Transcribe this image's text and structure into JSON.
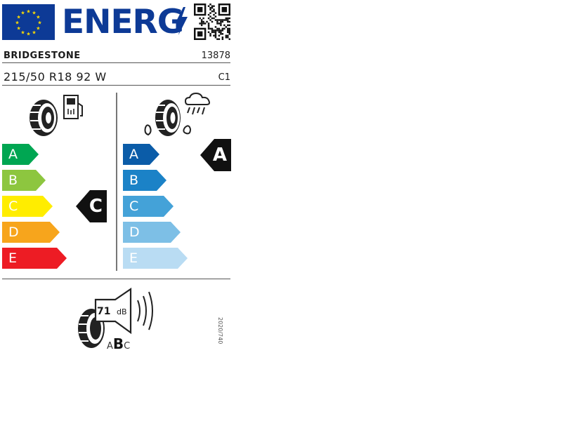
{
  "header": {
    "energy_word": "ENERG",
    "eu_flag_color": "#0d3a96",
    "stars": 12
  },
  "product": {
    "supplier": "BRIDGESTONE",
    "model_id": "13878",
    "tyre_size": "215/50 R18 92 W",
    "tyre_class": "C1"
  },
  "fuel_efficiency": {
    "scale": [
      "A",
      "B",
      "C",
      "D",
      "E"
    ],
    "colors": [
      "#00a652",
      "#8dc63f",
      "#ffed00",
      "#f7a51c",
      "#ed1c24"
    ],
    "rating": "C",
    "icons": [
      "tyre-icon",
      "fuel-pump-icon"
    ]
  },
  "wet_grip": {
    "scale": [
      "A",
      "B",
      "C",
      "D",
      "E"
    ],
    "colors": [
      "#0b5ca8",
      "#1b82c7",
      "#44a2d8",
      "#7dbfe6",
      "#b9dcf3"
    ],
    "rating": "A",
    "icons": [
      "tyre-icon",
      "rain-cloud-icon"
    ]
  },
  "noise": {
    "value": "71",
    "unit": "dB",
    "class_left": "A",
    "class_mid": "B",
    "class_right": "C"
  },
  "regulation": "2020/740"
}
